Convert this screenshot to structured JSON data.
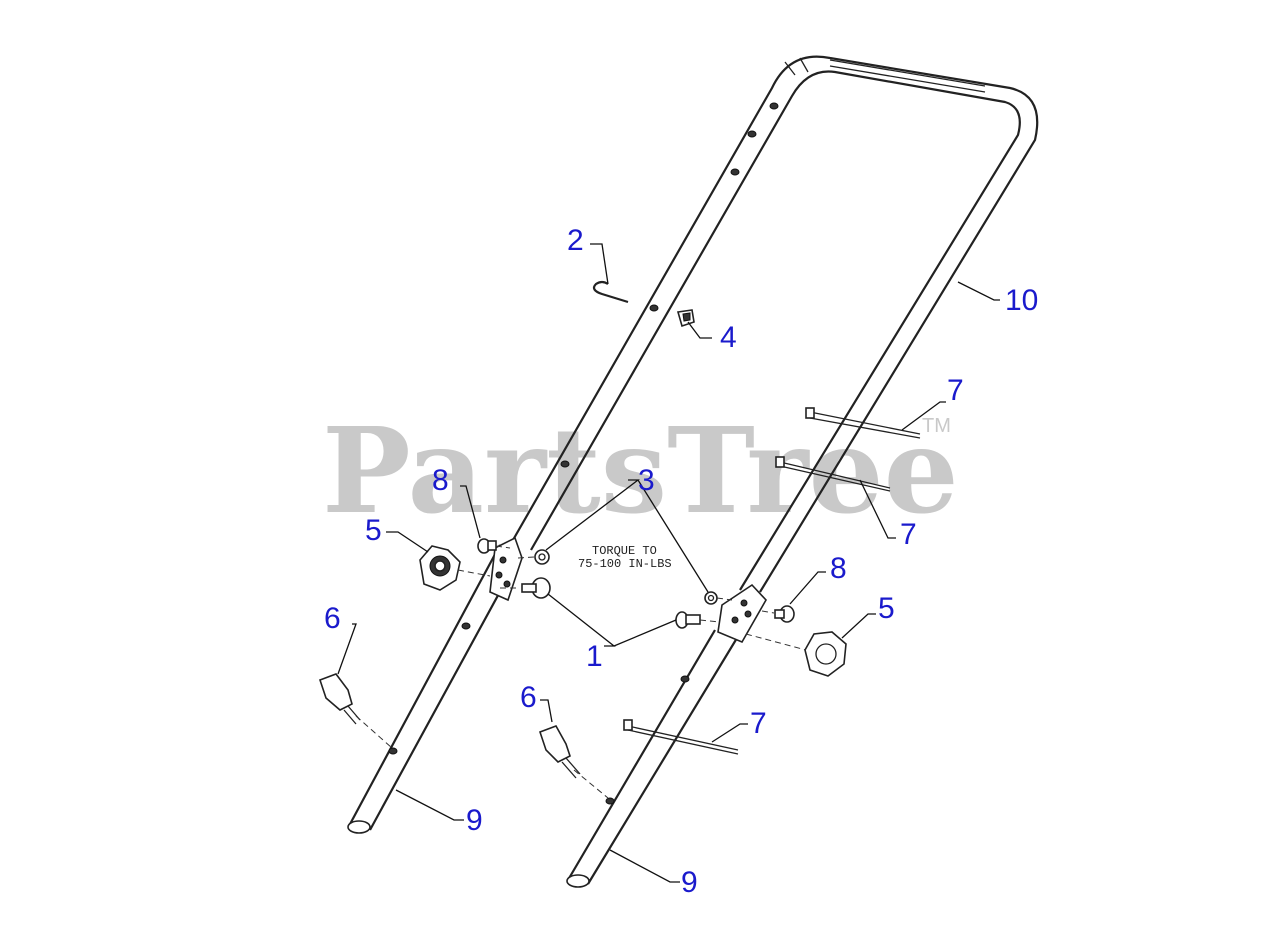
{
  "watermark": {
    "text": "PartsTree",
    "trademark": "TM"
  },
  "note": {
    "line1": "TORQUE TO",
    "line2": "75-100 IN-LBS"
  },
  "callouts": {
    "c2": "2",
    "c4": "4",
    "c10": "10",
    "c7a": "7",
    "c7b": "7",
    "c7c": "7",
    "c8a": "8",
    "c3": "3",
    "c5a": "5",
    "c8b": "8",
    "c5b": "5",
    "c6a": "6",
    "c1": "1",
    "c6b": "6",
    "c9a": "9",
    "c9b": "9"
  },
  "colors": {
    "callout": "#1a1acc",
    "line": "#222222",
    "watermark": "#c9c9c9"
  }
}
